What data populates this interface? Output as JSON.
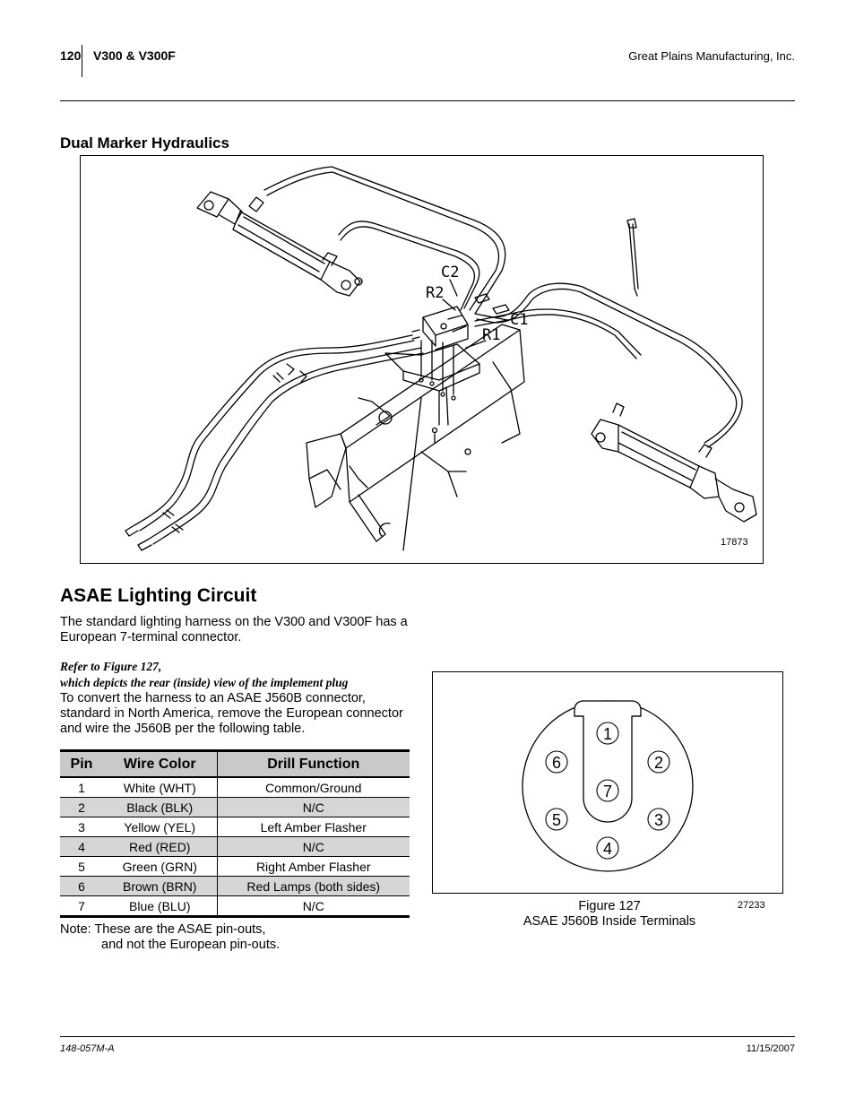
{
  "header": {
    "page_number": "120",
    "model": "V300 & V300F",
    "company": "Great Plains Manufacturing, Inc."
  },
  "dual_marker": {
    "heading": "Dual Marker Hydraulics",
    "figure_id": "17873",
    "labels": {
      "c2": "C2",
      "r2": "R2",
      "c1": "C1",
      "r1": "R1"
    }
  },
  "asae": {
    "heading": "ASAE Lighting Circuit",
    "intro": "The standard lighting harness on the V300 and V300F has a European 7-terminal connector.",
    "refer_line1": "Refer to Figure 127,",
    "refer_line2": "which depicts the rear (inside) view of the implement plug",
    "convert_text": "To convert the harness to an ASAE J560B connector, standard in North America, remove the European connector and wire the J560B per the following table.",
    "table": {
      "headers": [
        "Pin",
        "Wire Color",
        "Drill Function"
      ],
      "rows": [
        [
          "1",
          "White (WHT)",
          "Common/Ground"
        ],
        [
          "2",
          "Black (BLK)",
          "N/C"
        ],
        [
          "3",
          "Yellow (YEL)",
          "Left Amber Flasher"
        ],
        [
          "4",
          "Red (RED)",
          "N/C"
        ],
        [
          "5",
          "Green (GRN)",
          "Right Amber Flasher"
        ],
        [
          "6",
          "Brown (BRN)",
          "Red Lamps (both sides)"
        ],
        [
          "7",
          "Blue (BLU)",
          "N/C"
        ]
      ]
    },
    "note_line1": "Note:  These are the ASAE pin-outs,",
    "note_line2": "and not the European pin-outs.",
    "figure": {
      "pins": [
        "1",
        "2",
        "3",
        "4",
        "5",
        "6",
        "7"
      ],
      "caption_line1": "Figure 127",
      "caption_line2": "ASAE J560B Inside Terminals",
      "figure_id": "27233"
    }
  },
  "footer": {
    "doc_number": "148-057M-A",
    "date": "11/15/2007"
  }
}
